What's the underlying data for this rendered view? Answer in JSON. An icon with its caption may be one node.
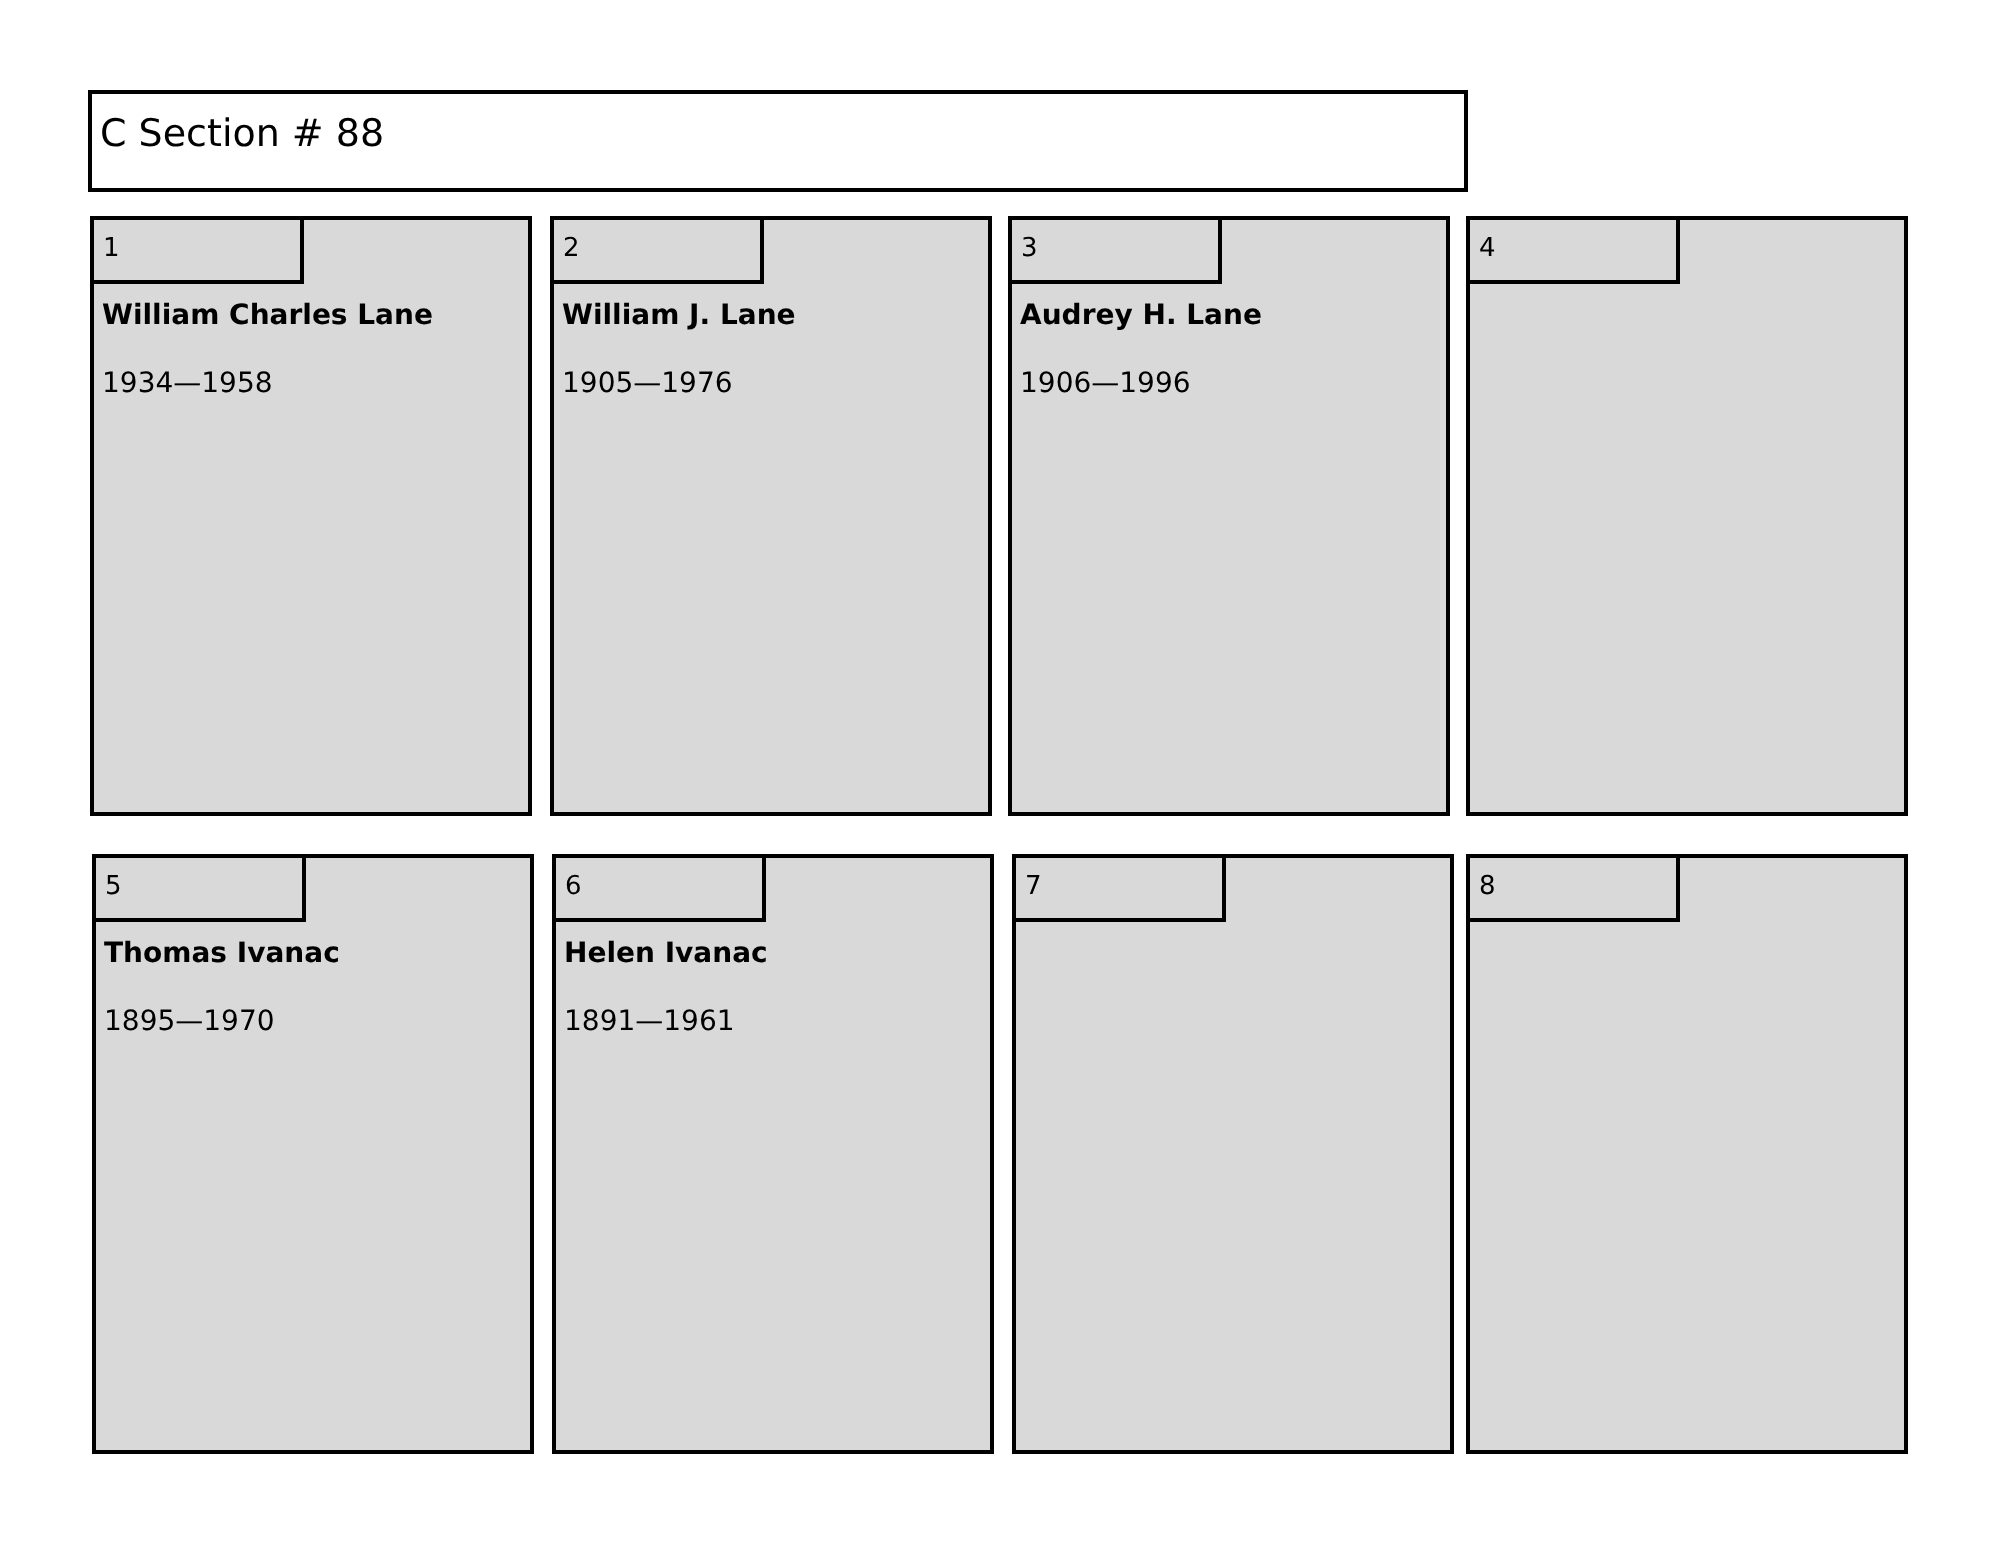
{
  "diagram": {
    "nodes": [
      {
        "text": [
          "C Section # 88"
        ]
      },
      {
        "text": [
          "William Charles Lane",
          "1934—1958"
        ]
      },
      {
        "text": [
          "1"
        ],
        "in": 1
      },
      {
        "text": [
          "William J. Lane",
          "1905—1976"
        ]
      },
      {
        "text": [
          "2"
        ],
        "in": 3
      },
      {
        "text": [
          "Audrey H. Lane",
          "1906—1996"
        ]
      },
      {
        "text": [
          "3"
        ],
        "in": 5
      },
      {
        "text": [],
        "shape": "box"
      },
      {
        "text": [
          "4"
        ],
        "in": 7
      },
      {
        "text": [
          "Thomas Ivanac",
          "1895—1970"
        ]
      },
      {
        "text": [
          "5"
        ],
        "in": 9
      },
      {
        "text": [
          "Helen Ivanac",
          "1891—1961"
        ]
      },
      {
        "text": [
          "6"
        ],
        "in": 11
      },
      {
        "text": [],
        "shape": "box"
      },
      {
        "text": [
          "7"
        ],
        "in": 13
      },
      {
        "text": [],
        "shape": "box"
      },
      {
        "text": [
          "8"
        ],
        "in": 15
      }
    ]
  }
}
